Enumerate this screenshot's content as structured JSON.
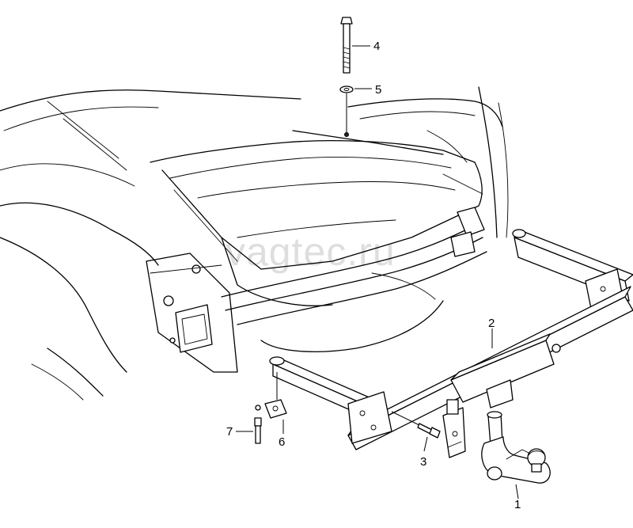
{
  "watermark": "vagtec.ru",
  "callouts": [
    {
      "id": "1",
      "label": "1"
    },
    {
      "id": "2",
      "label": "2"
    },
    {
      "id": "3",
      "label": "3"
    },
    {
      "id": "4",
      "label": "4"
    },
    {
      "id": "5",
      "label": "5"
    },
    {
      "id": "6",
      "label": "6"
    },
    {
      "id": "7",
      "label": "7"
    }
  ]
}
